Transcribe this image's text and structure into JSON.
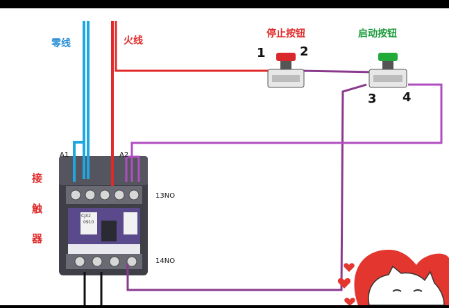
{
  "labels": {
    "neutral": "零线",
    "live": "火线",
    "stop_button": "停止按钮",
    "start_button": "启动按钮",
    "contactor_chars": [
      "接",
      "触",
      "器"
    ],
    "terminal_1": "1",
    "terminal_2": "2",
    "terminal_3": "3",
    "terminal_4": "4",
    "coil_a1": "A1",
    "coil_a2": "A2",
    "contact_13no": "13NO",
    "contact_14no": "14NO",
    "contactor_model": "CJX2",
    "contactor_model_2": "0910"
  },
  "colors": {
    "neutral_wire": "#1ea7e1",
    "live_wire": "#e02a2a",
    "control_wire": "#8a3a8e",
    "bridge_wire": "#b04ec0",
    "neutral_text": "#2a8fd6",
    "live_text": "#e02a2a",
    "start_text": "#1a9a3a",
    "stop_button_cap": "#d8282c",
    "start_button_cap": "#1faa3a",
    "contactor_body": "#4a4a55",
    "contactor_accent": "#5a4a8c",
    "contactor_label_text": "#e02a2a"
  }
}
